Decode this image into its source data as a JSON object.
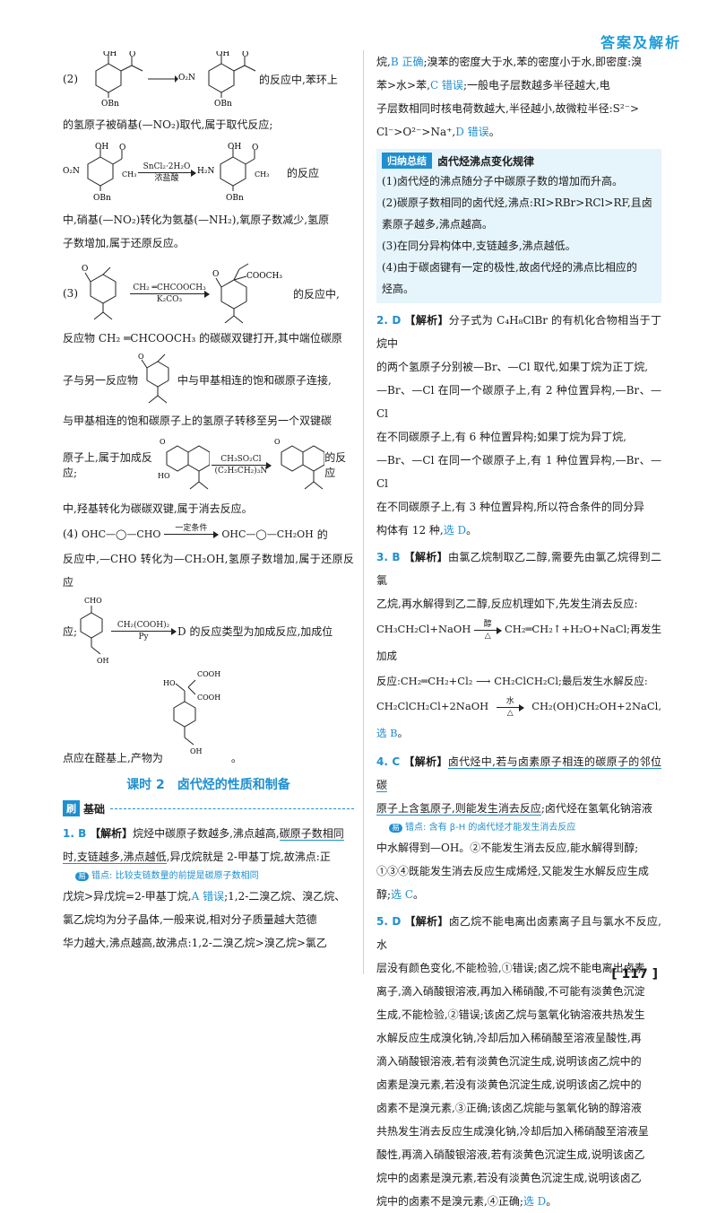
{
  "header": {
    "title": "答案及解析"
  },
  "page_number": "[ 117 ]",
  "left": {
    "p2_label": "(2)",
    "p2_tail": "的反应中,苯环上",
    "p2_line": "的氢原子被硝基(—NO₂)取代,属于取代反应;",
    "p2b_reagent_top": "SnCl₂·2H₂O",
    "p2b_reagent_bottom": "浓盐酸",
    "p2b_tail": "的反应",
    "p2b_line1": "中,硝基(—NO₂)转化为氨基(—NH₂),氧原子数减少,氢原",
    "p2b_line2": "子数增加,属于还原反应。",
    "p3_label": "(3)",
    "p3_reagent_top": "CH₂ ═CHCOOCH₃",
    "p3_reagent_bottom": "K₂CO₃",
    "p3_tail": "的反应中,",
    "p3_line1": "反应物 CH₂ ═CHCOOCH₃ 的碳碳双键打开,其中端位碳原",
    "p3_line2a": "子与另一反应物",
    "p3_line2b": "中与甲基相连的饱和碳原子连接,",
    "p3_line3": "与甲基相连的饱和碳原子上的氢原子转移至另一个双键碳",
    "p3_line4a": "原子上,属于加成反应;",
    "p3b_reagent_top": "CH₃SO₂Cl",
    "p3b_reagent_bottom": "(C₂H₅CH₂)₃N",
    "p3b_tail": "的反应",
    "p3b_line": "中,羟基转化为碳碳双键,属于消去反应。",
    "p4_label": "(4)",
    "p4_reactant": "OHC—◯—CHO",
    "p4_reagent": "一定条件",
    "p4_product": "OHC—◯—CH₂OH",
    "p4_tail": "的",
    "p4_line": "反应中,—CHO 转化为—CH₂OH,氢原子数增加,属于还原反应",
    "p5_prefix": "应;",
    "p5_reagent_top": "CH₂(COOH)₂",
    "p5_reagent_bottom": "Py",
    "p5_tail": "D 的反应类型为加成反应,加成位",
    "p5_line": "点应在醛基上,产物为",
    "p5_end": "。",
    "section_title": "课时 2　卤代烃的性质和制备",
    "basic_tag": "刷",
    "basic_label": "基础",
    "q1_num": "1. B",
    "q1_tag": "【解析】",
    "q1_text1": "烷烃中碳原子数越多,沸点越高,",
    "q1_text1u": "碳原子数相同",
    "q1_text2u": "时,支链越多,沸点越低",
    "q1_text2": ",异戊烷就是 2-甲基丁烷,故沸点:正",
    "q1_note_ic": "易",
    "q1_note": "错点: 比较支链数量的前提是碳原子数相同",
    "q1_text3a": "戊烷>异戊烷=2-甲基丁烷,",
    "q1_text3b": "A 错误",
    "q1_text3c": ";1,2-二溴乙烷、溴乙烷、",
    "q1_text4": "氯乙烷均为分子晶体,一般来说,相对分子质量越大范德",
    "q1_text5": "华力越大,沸点越高,故沸点:1,2-二溴乙烷>溴乙烷>氯乙"
  },
  "right": {
    "r1a": "烷,",
    "r1b": "B 正确",
    "r1c": ";溴苯的密度大于水,苯的密度小于水,即密度:溴",
    "r2a": "苯>水>苯,",
    "r2b": "C 错误",
    "r2c": ";一般电子层数越多半径越大,电",
    "r3": "子层数相同时核电荷数越大,半径越小,故微粒半径:S²⁻>",
    "r4a": "Cl⁻>O²⁻>Na⁺,",
    "r4b": "D 错误",
    "r4c": "。",
    "summary_badge": "归纳总结",
    "summary_title": "卤代烃沸点变化规律",
    "summary_items": [
      "(1)卤代烃的沸点随分子中碳原子数的增加而升高。",
      "(2)碳原子数相同的卤代烃,沸点:RI>RBr>RCl>RF,且卤",
      "素原子越多,沸点越高。",
      "(3)在同分异构体中,支链越多,沸点越低。",
      "(4)由于碳卤键有一定的极性,故卤代烃的沸点比相应的",
      "烃高。"
    ],
    "q2_num": "2. D",
    "q2_tag": "【解析】",
    "q2_lines": [
      "分子式为 C₄H₈ClBr 的有机化合物相当于丁烷中",
      "的两个氢原子分别被—Br、—Cl 取代,如果丁烷为正丁烷,",
      "—Br、—Cl 在同一个碳原子上,有 2 种位置异构,—Br、—Cl",
      "在不同碳原子上,有 6 种位置异构;如果丁烷为异丁烷,",
      "—Br、—Cl 在同一个碳原子上,有 1 种位置异构,—Br、—Cl",
      "在不同碳原子上,有 3 种位置异构,所以符合条件的同分异"
    ],
    "q2_last_a": "构体有 12 种,",
    "q2_last_b": "选 D",
    "q2_last_c": "。",
    "q3_num": "3. B",
    "q3_tag": "【解析】",
    "q3_line1": "由氯乙烷制取乙二醇,需要先由氯乙烷得到二氯",
    "q3_line2": "乙烷,再水解得到乙二醇,反应机理如下,先发生消去反应:",
    "q3_eq1_left": "CH₃CH₂Cl+NaOH",
    "q3_eq1_top": "醇",
    "q3_eq1_bottom": "△",
    "q3_eq1_right": "CH₂═CH₂↑+H₂O+NaCl;再发生加成",
    "q3_eq2": "反应:CH₂═CH₂+Cl₂ ⟶ CH₂ClCH₂Cl;最后发生水解反应:",
    "q3_eq3_left": "CH₂ClCH₂Cl+2NaOH",
    "q3_eq3_top": "水",
    "q3_eq3_bottom": "△",
    "q3_eq3_right": "CH₂(OH)CH₂OH+2NaCl,",
    "q3_eq3_ans": "选 B",
    "q3_eq3_end": "。",
    "q4_num": "4. C",
    "q4_tag": "【解析】",
    "q4_line1u": "卤代烃中,若与卤素原子相连的碳原子的邻位碳",
    "q4_line2u": "原子上含氢原子,则能发生消去反应",
    "q4_line2": ";卤代烃在氢氧化钠溶液",
    "q4_note_ic": "易",
    "q4_note": "错点: 含有 β-H 的卤代烃才能发生消去反应",
    "q4_line3": "中水解得到—OH。②不能发生消去反应,能水解得到醇;",
    "q4_line4": "①③④既能发生消去反应生成烯烃,又能发生水解反应生成",
    "q4_line5a": "醇;",
    "q4_line5b": "选 C",
    "q4_line5c": "。",
    "q5_num": "5. D",
    "q5_tag": "【解析】",
    "q5_lines": [
      "卤乙烷不能电离出卤素离子且与氯水不反应,水",
      "层没有颜色变化,不能检验,①错误;卤乙烷不能电离出卤素",
      "离子,滴入硝酸银溶液,再加入稀硝酸,不可能有淡黄色沉淀",
      "生成,不能检验,②错误;该卤乙烷与氢氧化钠溶液共热发生",
      "水解反应生成溴化钠,冷却后加入稀硝酸至溶液呈酸性,再",
      "滴入硝酸银溶液,若有淡黄色沉淀生成,说明该卤乙烷中的",
      "卤素是溴元素,若没有淡黄色沉淀生成,说明该卤乙烷中的",
      "卤素不是溴元素,③正确;该卤乙烷能与氢氧化钠的醇溶液",
      "共热发生消去反应生成溴化钠,冷却后加入稀硝酸至溶液呈",
      "酸性,再滴入硝酸银溶液,若有淡黄色沉淀生成,说明该卤乙",
      "烷中的卤素是溴元素,若没有淡黄色沉淀生成,说明该卤乙"
    ],
    "q5_last_a": "烷中的卤素不是溴元素,④正确;",
    "q5_last_b": "选 D",
    "q5_last_c": "。"
  }
}
